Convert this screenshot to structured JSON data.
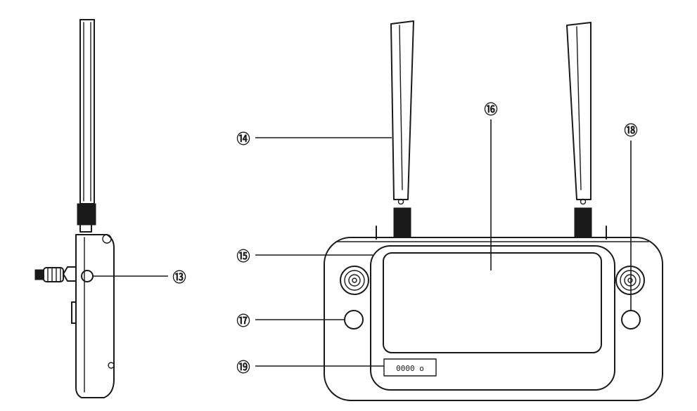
{
  "callouts": {
    "c13": "⑬",
    "c14": "⑭",
    "c15": "⑮",
    "c16": "⑯",
    "c17": "⑰",
    "c18": "⑱",
    "c19": "⑲"
  },
  "indicator_text": "0000 o",
  "colors": {
    "line": "#1a1a1a",
    "background": "#ffffff"
  }
}
